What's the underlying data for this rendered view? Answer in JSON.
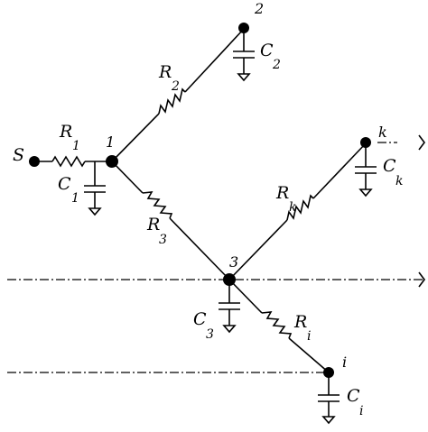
{
  "diagram": {
    "source_label": "S",
    "nodes": {
      "n1": "1",
      "n2": "2",
      "n3": "3",
      "nk": "k",
      "ni": "i"
    },
    "resistors": {
      "r1": {
        "letter": "R",
        "sub": "1"
      },
      "r2": {
        "letter": "R",
        "sub": "2"
      },
      "r3": {
        "letter": "R",
        "sub": "3"
      },
      "rk": {
        "letter": "R",
        "sub": "k"
      },
      "ri": {
        "letter": "R",
        "sub": "i"
      }
    },
    "capacitors": {
      "c1": {
        "letter": "C",
        "sub": "1"
      },
      "c2": {
        "letter": "C",
        "sub": "2"
      },
      "c3": {
        "letter": "C",
        "sub": "3"
      },
      "ck": {
        "letter": "C",
        "sub": "k"
      },
      "ci": {
        "letter": "C",
        "sub": "i"
      }
    }
  }
}
